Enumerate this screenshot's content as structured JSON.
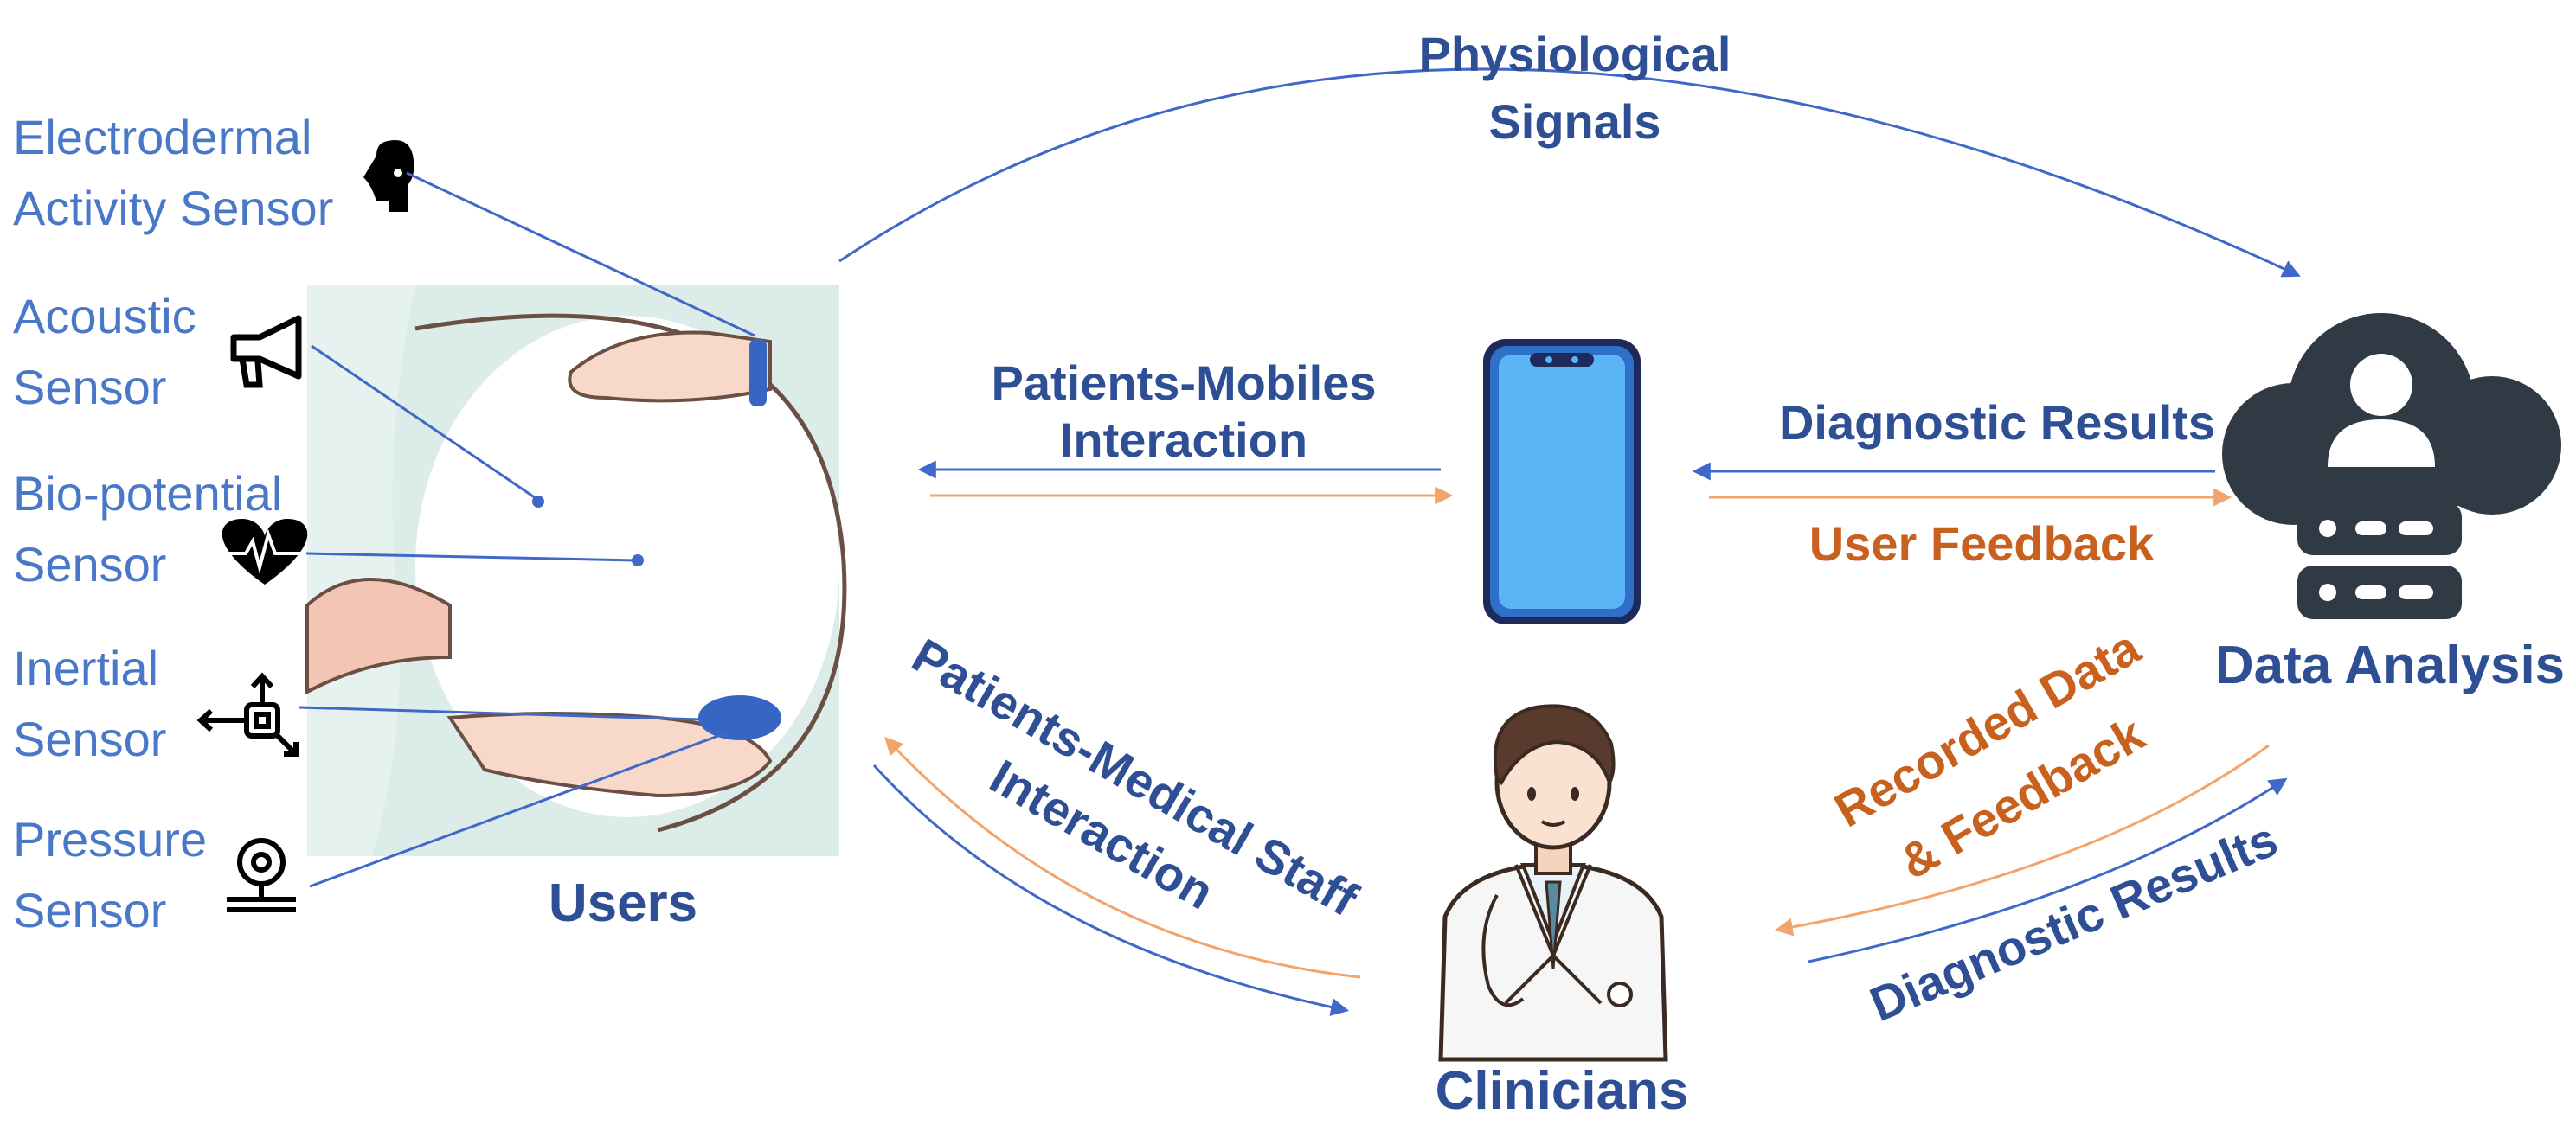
{
  "sensors": {
    "eda": {
      "line1": "Electrodermal",
      "line2": "Activity Sensor",
      "icon": "head-icon"
    },
    "acoustic": {
      "line1": "Acoustic",
      "line2": "Sensor",
      "icon": "megaphone-icon"
    },
    "biopotential": {
      "line1": "Bio-potential",
      "line2": "Sensor",
      "icon": "heart-pulse-icon"
    },
    "inertial": {
      "line1": "Inertial",
      "line2": "Sensor",
      "icon": "move-arrows-icon"
    },
    "pressure": {
      "line1": "Pressure",
      "line2": "Sensor",
      "icon": "gauge-icon"
    }
  },
  "nodes": {
    "users": "Users",
    "clinicians": "Clinicians",
    "data_analysis": "Data Analysis",
    "phone_icon": "smartphone-icon",
    "cloud_icon": "cloud-server-icon",
    "doctor_icon": "doctor-icon"
  },
  "flows": {
    "physiological_line1": "Physiological",
    "physiological_line2": "Signals",
    "patients_mobiles_line1": "Patients-Mobiles",
    "patients_mobiles_line2": "Interaction",
    "diagnostic_results_top": "Diagnostic Results",
    "user_feedback": "User Feedback",
    "patients_medical_line1": "Patients-Medical Staff",
    "patients_medical_line2": "Interaction",
    "recorded_line1": "Recorded Data",
    "recorded_line2": "& Feedback",
    "diagnostic_results_bottom": "Diagnostic Results"
  },
  "colors": {
    "label_blue": "#4a78c8",
    "heading_blue": "#2f4f95",
    "orange": "#c8601e",
    "arrow_blue": "#3f68c8",
    "arrow_orange": "#f2a46c",
    "phone_blue": "#5ab4f5",
    "cloud_dark": "#2f3a45"
  }
}
